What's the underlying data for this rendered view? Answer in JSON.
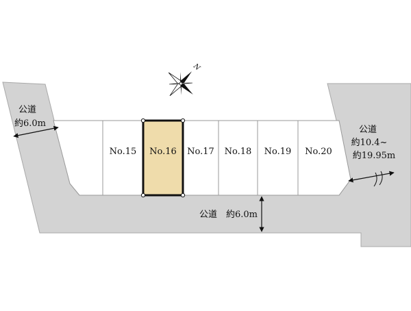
{
  "colors": {
    "road": "#d3d3d3",
    "road_edge": "#a8a8a8",
    "lot_fill": "#ffffff",
    "lot_line": "#999999",
    "highlight_fill": "#efdcab",
    "highlight_border": "#111111",
    "ink": "#111111"
  },
  "compass": {
    "north_label": "N",
    "icon": "compass-rose-icon"
  },
  "roads": {
    "west": {
      "line1": "公道",
      "line2": "約6.0m"
    },
    "east": {
      "line1": "公道",
      "line2": "約10.4~",
      "line3": "約19.95m"
    },
    "south": {
      "label": "公道　約6.0m"
    }
  },
  "lots": [
    {
      "label": "No.15",
      "selected": false
    },
    {
      "label": "No.16",
      "selected": true
    },
    {
      "label": "No.17",
      "selected": false
    },
    {
      "label": "No.18",
      "selected": false
    },
    {
      "label": "No.19",
      "selected": false
    },
    {
      "label": "No.20",
      "selected": false
    }
  ]
}
